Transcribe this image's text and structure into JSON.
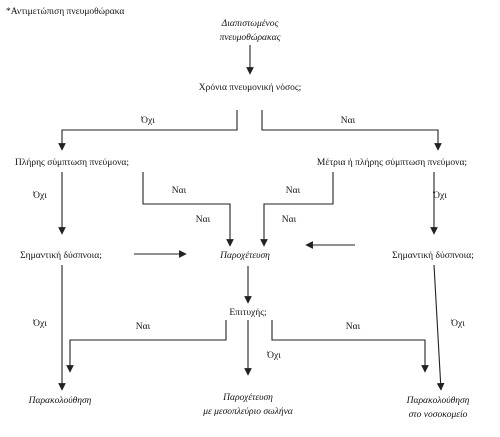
{
  "diagram": {
    "title": "*Αντιμετώπιση πνευμοθώρακα",
    "nodes": {
      "start_line1": "Διαπιστωμένος",
      "start_line2": "πνευμοθώρακας",
      "chronic": "Χρόνια πνευμονική νόσος;",
      "full_collapse": "Πλήρης σύμπτωση πνεύμονα;",
      "moderate_collapse": "Μέτρια ή πλήρης σύμπτωση πνεύμονα;",
      "dyspnea_left": "Σημαντική δύσπνοια;",
      "drainage": "Παροχέτευση",
      "dyspnea_right": "Σημαντική δύσπνοια;",
      "success": "Επιτυχής;",
      "outcome_followup": "Παρακολούθηση",
      "outcome_tube_line1": "Παροχέτευση",
      "outcome_tube_line2": "με μεσοπλεύριο σωλήνα",
      "outcome_hospital_line1": "Παρακολούθηση",
      "outcome_hospital_line2": "στο νοσοκομείο"
    },
    "edge_labels": {
      "chronic_no": "Όχι",
      "chronic_yes": "Ναι",
      "full_no": "Όχι",
      "full_yes_upper": "Ναι",
      "full_yes_lower": "Ναι",
      "moderate_no": "Όχι",
      "moderate_yes_upper": "Ναι",
      "moderate_yes_lower": "Ναι",
      "dyspnea_left_no": "Όχι",
      "success_yes_left": "Ναι",
      "success_no": "Όχι",
      "success_yes_right": "Ναι",
      "dyspnea_right_no": "Όχι"
    }
  }
}
